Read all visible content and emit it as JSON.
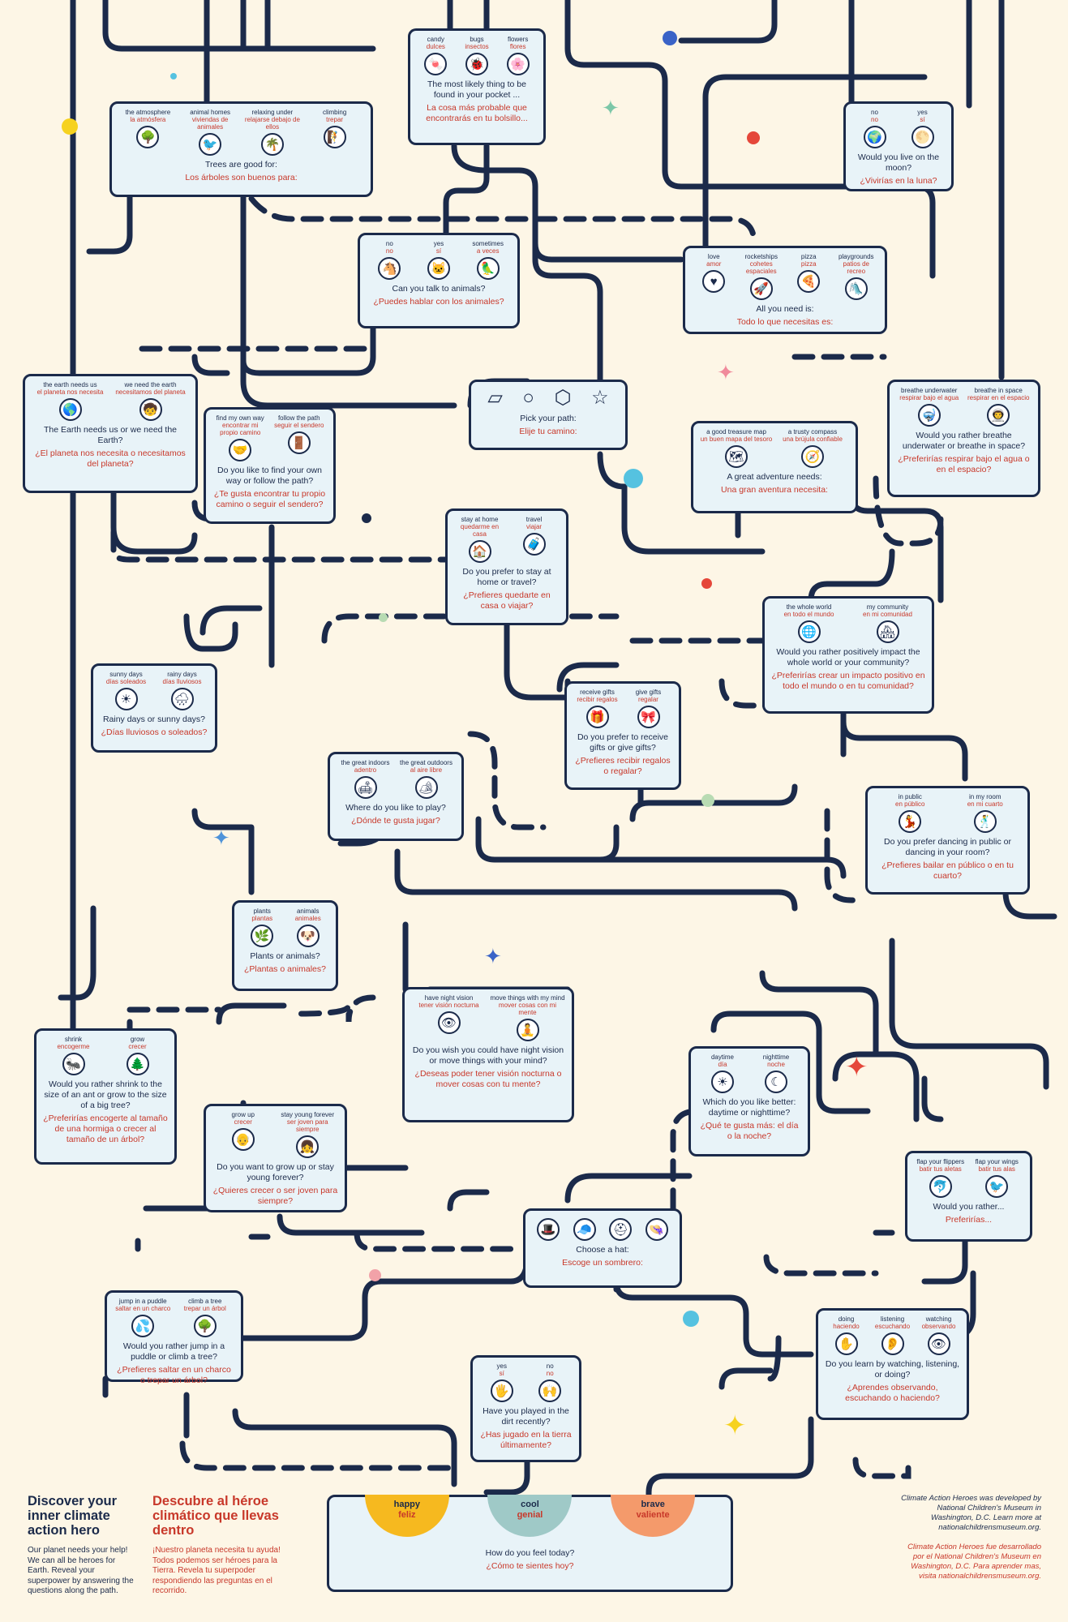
{
  "colors": {
    "background": "#fdf6e6",
    "ink": "#1b2a4a",
    "spanish": "#c8382a",
    "card": "#e8f3f8",
    "happy": "#f6b91f",
    "cool": "#9fc9c7",
    "brave": "#f49a6b"
  },
  "intro": {
    "title_en": "Discover your inner climate action hero",
    "body_en": "Our planet needs your help! We can all be heroes for Earth. Reveal your superpower by answering the questions along the path.",
    "title_es": "Descubre al héroe climático que llevas dentro",
    "body_es": "¡Nuestro planeta necesita tu ayuda! Todos podemos ser héroes para la Tierra. Revela tu superpoder respondiendo las preguntas en el recorrido."
  },
  "credits": {
    "en": "Climate Action Heroes was developed by National Children's Museum in Washington, D.C. Learn more at nationalchildrensmuseum.org.",
    "es": "Climate Action Heroes fue desarrollado por el National Children's Museum en Washington, D.C. Para aprender mas, visita nationalchildrensmuseum.org."
  },
  "start": {
    "question_en": "How do you feel today?",
    "question_es": "¿Cómo te sientes hoy?",
    "moods": [
      {
        "en": "happy",
        "es": "feliz"
      },
      {
        "en": "cool",
        "es": "genial"
      },
      {
        "en": "brave",
        "es": "valiente"
      }
    ]
  },
  "path_picker": {
    "question_en": "Pick your path:",
    "question_es": "Elije tu camino:",
    "shapes": [
      "▱",
      "○",
      "⬡",
      "☆"
    ]
  },
  "cards": [
    {
      "id": "pocket",
      "question_en": "The most likely thing to be found in your pocket ...",
      "question_es": "La cosa más probable que encontrarás en tu bolsillo...",
      "options": [
        {
          "en": "candy",
          "es": "dulces",
          "icon": "🍬"
        },
        {
          "en": "bugs",
          "es": "insectos",
          "icon": "🐞"
        },
        {
          "en": "flowers",
          "es": "flores",
          "icon": "🌸"
        }
      ]
    },
    {
      "id": "trees",
      "question_en": "Trees are good for:",
      "question_es": "Los árboles son buenos para:",
      "options": [
        {
          "en": "the atmosphere",
          "es": "la atmósfera",
          "icon": "🌳"
        },
        {
          "en": "animal homes",
          "es": "viviendas de animales",
          "icon": "🐦"
        },
        {
          "en": "relaxing under",
          "es": "relajarse debajo de ellos",
          "icon": "🌴"
        },
        {
          "en": "climbing",
          "es": "trepar",
          "icon": "🧗"
        }
      ]
    },
    {
      "id": "moon",
      "question_en": "Would you live on the moon?",
      "question_es": "¿Vivirías en la luna?",
      "options": [
        {
          "en": "no",
          "es": "no",
          "icon": "🌍"
        },
        {
          "en": "yes",
          "es": "sí",
          "icon": "🌕"
        }
      ]
    },
    {
      "id": "talk",
      "question_en": "Can you talk to animals?",
      "question_es": "¿Puedes hablar con los animales?",
      "options": [
        {
          "en": "no",
          "es": "no",
          "icon": "🐴"
        },
        {
          "en": "yes",
          "es": "sí",
          "icon": "🐱"
        },
        {
          "en": "sometimes",
          "es": "a veces",
          "icon": "🦜"
        }
      ]
    },
    {
      "id": "need",
      "question_en": "All you need is:",
      "question_es": "Todo lo que necesitas es:",
      "options": [
        {
          "en": "love",
          "es": "amor",
          "icon": "♥"
        },
        {
          "en": "rocketships",
          "es": "cohetes espaciales",
          "icon": "🚀"
        },
        {
          "en": "pizza",
          "es": "pizza",
          "icon": "🍕"
        },
        {
          "en": "playgrounds",
          "es": "patios de recreo",
          "icon": "🛝"
        }
      ]
    },
    {
      "id": "earth",
      "question_en": "The Earth needs us or we need the Earth?",
      "question_es": "¿El planeta nos necesita o necesitamos del planeta?",
      "options": [
        {
          "en": "the earth needs us",
          "es": "el planeta nos necesita",
          "icon": "🌎"
        },
        {
          "en": "we need the earth",
          "es": "necesitamos del planeta",
          "icon": "🧒"
        }
      ]
    },
    {
      "id": "way",
      "question_en": "Do you like to find your own way or follow the path?",
      "question_es": "¿Te gusta encontrar tu propio camino o seguir el sendero?",
      "options": [
        {
          "en": "find my own way",
          "es": "encontrar mi propio camino",
          "icon": "🤝"
        },
        {
          "en": "follow the path",
          "es": "seguir el sendero",
          "icon": "🚪"
        }
      ]
    },
    {
      "id": "breathe",
      "question_en": "Would you rather breathe underwater or breathe in space?",
      "question_es": "¿Preferirías respirar bajo el agua o en el espacio?",
      "options": [
        {
          "en": "breathe underwater",
          "es": "respirar bajo el agua",
          "icon": "🤿"
        },
        {
          "en": "breathe in space",
          "es": "respirar en el espacio",
          "icon": "👨‍🚀"
        }
      ]
    },
    {
      "id": "adventure",
      "question_en": "A great adventure needs:",
      "question_es": "Una gran aventura necesita:",
      "options": [
        {
          "en": "a good treasure map",
          "es": "un buen mapa del tesoro",
          "icon": "🗺"
        },
        {
          "en": "a trusty compass",
          "es": "una brújula confiable",
          "icon": "🧭"
        }
      ]
    },
    {
      "id": "home",
      "question_en": "Do you prefer to stay at home or travel?",
      "question_es": "¿Prefieres quedarte en casa o viajar?",
      "options": [
        {
          "en": "stay at home",
          "es": "quedarme en casa",
          "icon": "🏠"
        },
        {
          "en": "travel",
          "es": "viajar",
          "icon": "🧳"
        }
      ]
    },
    {
      "id": "impact",
      "question_en": "Would you rather positively impact the whole world or your community?",
      "question_es": "¿Preferirías crear un impacto positivo en todo el mundo o en tu comunidad?",
      "options": [
        {
          "en": "the whole world",
          "es": "en todo el mundo",
          "icon": "🌐"
        },
        {
          "en": "my community",
          "es": "en mi comunidad",
          "icon": "🏘"
        }
      ]
    },
    {
      "id": "rainy",
      "question_en": "Rainy days or sunny days?",
      "question_es": "¿Días lluviosos o soleados?",
      "options": [
        {
          "en": "sunny days",
          "es": "días soleados",
          "icon": "☀"
        },
        {
          "en": "rainy days",
          "es": "días lluviosos",
          "icon": "🌧"
        }
      ]
    },
    {
      "id": "gifts",
      "question_en": "Do you prefer to receive gifts or give gifts?",
      "question_es": "¿Prefieres recibir regalos o regalar?",
      "options": [
        {
          "en": "receive gifts",
          "es": "recibir regalos",
          "icon": "🎁"
        },
        {
          "en": "give gifts",
          "es": "regalar",
          "icon": "🎀"
        }
      ]
    },
    {
      "id": "play",
      "question_en": "Where do you like to play?",
      "question_es": "¿Dónde te gusta jugar?",
      "options": [
        {
          "en": "the great indoors",
          "es": "adentro",
          "icon": "🛋"
        },
        {
          "en": "the great outdoors",
          "es": "al aire libre",
          "icon": "🏕"
        }
      ]
    },
    {
      "id": "dancing",
      "question_en": "Do you prefer dancing in public or dancing in your room?",
      "question_es": "¿Prefieres bailar en público o en tu cuarto?",
      "options": [
        {
          "en": "in public",
          "es": "en público",
          "icon": "💃"
        },
        {
          "en": "in my room",
          "es": "en mi cuarto",
          "icon": "🕺"
        }
      ]
    },
    {
      "id": "plants",
      "question_en": "Plants or animals?",
      "question_es": "¿Plantas o animales?",
      "options": [
        {
          "en": "plants",
          "es": "plantas",
          "icon": "🌿"
        },
        {
          "en": "animals",
          "es": "animales",
          "icon": "🐶"
        }
      ]
    },
    {
      "id": "vision",
      "question_en": "Do you wish you could have night vision or move things with your mind?",
      "question_es": "¿Deseas poder tener visión nocturna o mover cosas con tu mente?",
      "options": [
        {
          "en": "have night vision",
          "es": "tener visión nocturna",
          "icon": "👁"
        },
        {
          "en": "move things with my mind",
          "es": "mover cosas con mi mente",
          "icon": "🧘"
        }
      ]
    },
    {
      "id": "shrink",
      "question_en": "Would you rather shrink to the size of an ant or grow to the size of a big tree?",
      "question_es": "¿Preferirías encogerte al tamaño de una hormiga o crecer al tamaño de un árbol?",
      "options": [
        {
          "en": "shrink",
          "es": "encogerme",
          "icon": "🐜"
        },
        {
          "en": "grow",
          "es": "crecer",
          "icon": "🌲"
        }
      ]
    },
    {
      "id": "daytime",
      "question_en": "Which do you like better: daytime or nighttime?",
      "question_es": "¿Qué te gusta más: el día o la noche?",
      "options": [
        {
          "en": "daytime",
          "es": "día",
          "icon": "☀"
        },
        {
          "en": "nighttime",
          "es": "noche",
          "icon": "☾"
        }
      ]
    },
    {
      "id": "grow",
      "question_en": "Do you want to grow up or stay young forever?",
      "question_es": "¿Quieres crecer o ser joven para siempre?",
      "options": [
        {
          "en": "grow up",
          "es": "crecer",
          "icon": "👴"
        },
        {
          "en": "stay young forever",
          "es": "ser joven para siempre",
          "icon": "👧"
        }
      ]
    },
    {
      "id": "flippers",
      "question_en": "Would you rather...",
      "question_es": "Preferirías...",
      "options": [
        {
          "en": "flap your flippers",
          "es": "batir tus aletas",
          "icon": "🐬"
        },
        {
          "en": "flap your wings",
          "es": "batir tus alas",
          "icon": "🐦"
        }
      ]
    },
    {
      "id": "hat",
      "question_en": "Choose a hat:",
      "question_es": "Escoge un sombrero:",
      "options": [
        {
          "en": "",
          "es": "",
          "icon": "🎩"
        },
        {
          "en": "",
          "es": "",
          "icon": "🧢"
        },
        {
          "en": "",
          "es": "",
          "icon": "⛑"
        },
        {
          "en": "",
          "es": "",
          "icon": "👒"
        }
      ]
    },
    {
      "id": "puddle",
      "question_en": "Would you rather jump in a puddle or climb a tree?",
      "question_es": "¿Prefieres saltar en un charco o trepar un árbol?",
      "options": [
        {
          "en": "jump in a puddle",
          "es": "saltar en un charco",
          "icon": "💦"
        },
        {
          "en": "climb a tree",
          "es": "trepar un árbol",
          "icon": "🌳"
        }
      ]
    },
    {
      "id": "learn",
      "question_en": "Do you learn by watching, listening, or doing?",
      "question_es": "¿Aprendes observando, escuchando o haciendo?",
      "options": [
        {
          "en": "doing",
          "es": "haciendo",
          "icon": "✋"
        },
        {
          "en": "listening",
          "es": "escuchando",
          "icon": "👂"
        },
        {
          "en": "watching",
          "es": "observando",
          "icon": "👁"
        }
      ]
    },
    {
      "id": "dirt",
      "question_en": "Have you played in the dirt recently?",
      "question_es": "¿Has jugado en la tierra últimamente?",
      "options": [
        {
          "en": "yes",
          "es": "sí",
          "icon": "🖐"
        },
        {
          "en": "no",
          "es": "no",
          "icon": "🙌"
        }
      ]
    }
  ]
}
